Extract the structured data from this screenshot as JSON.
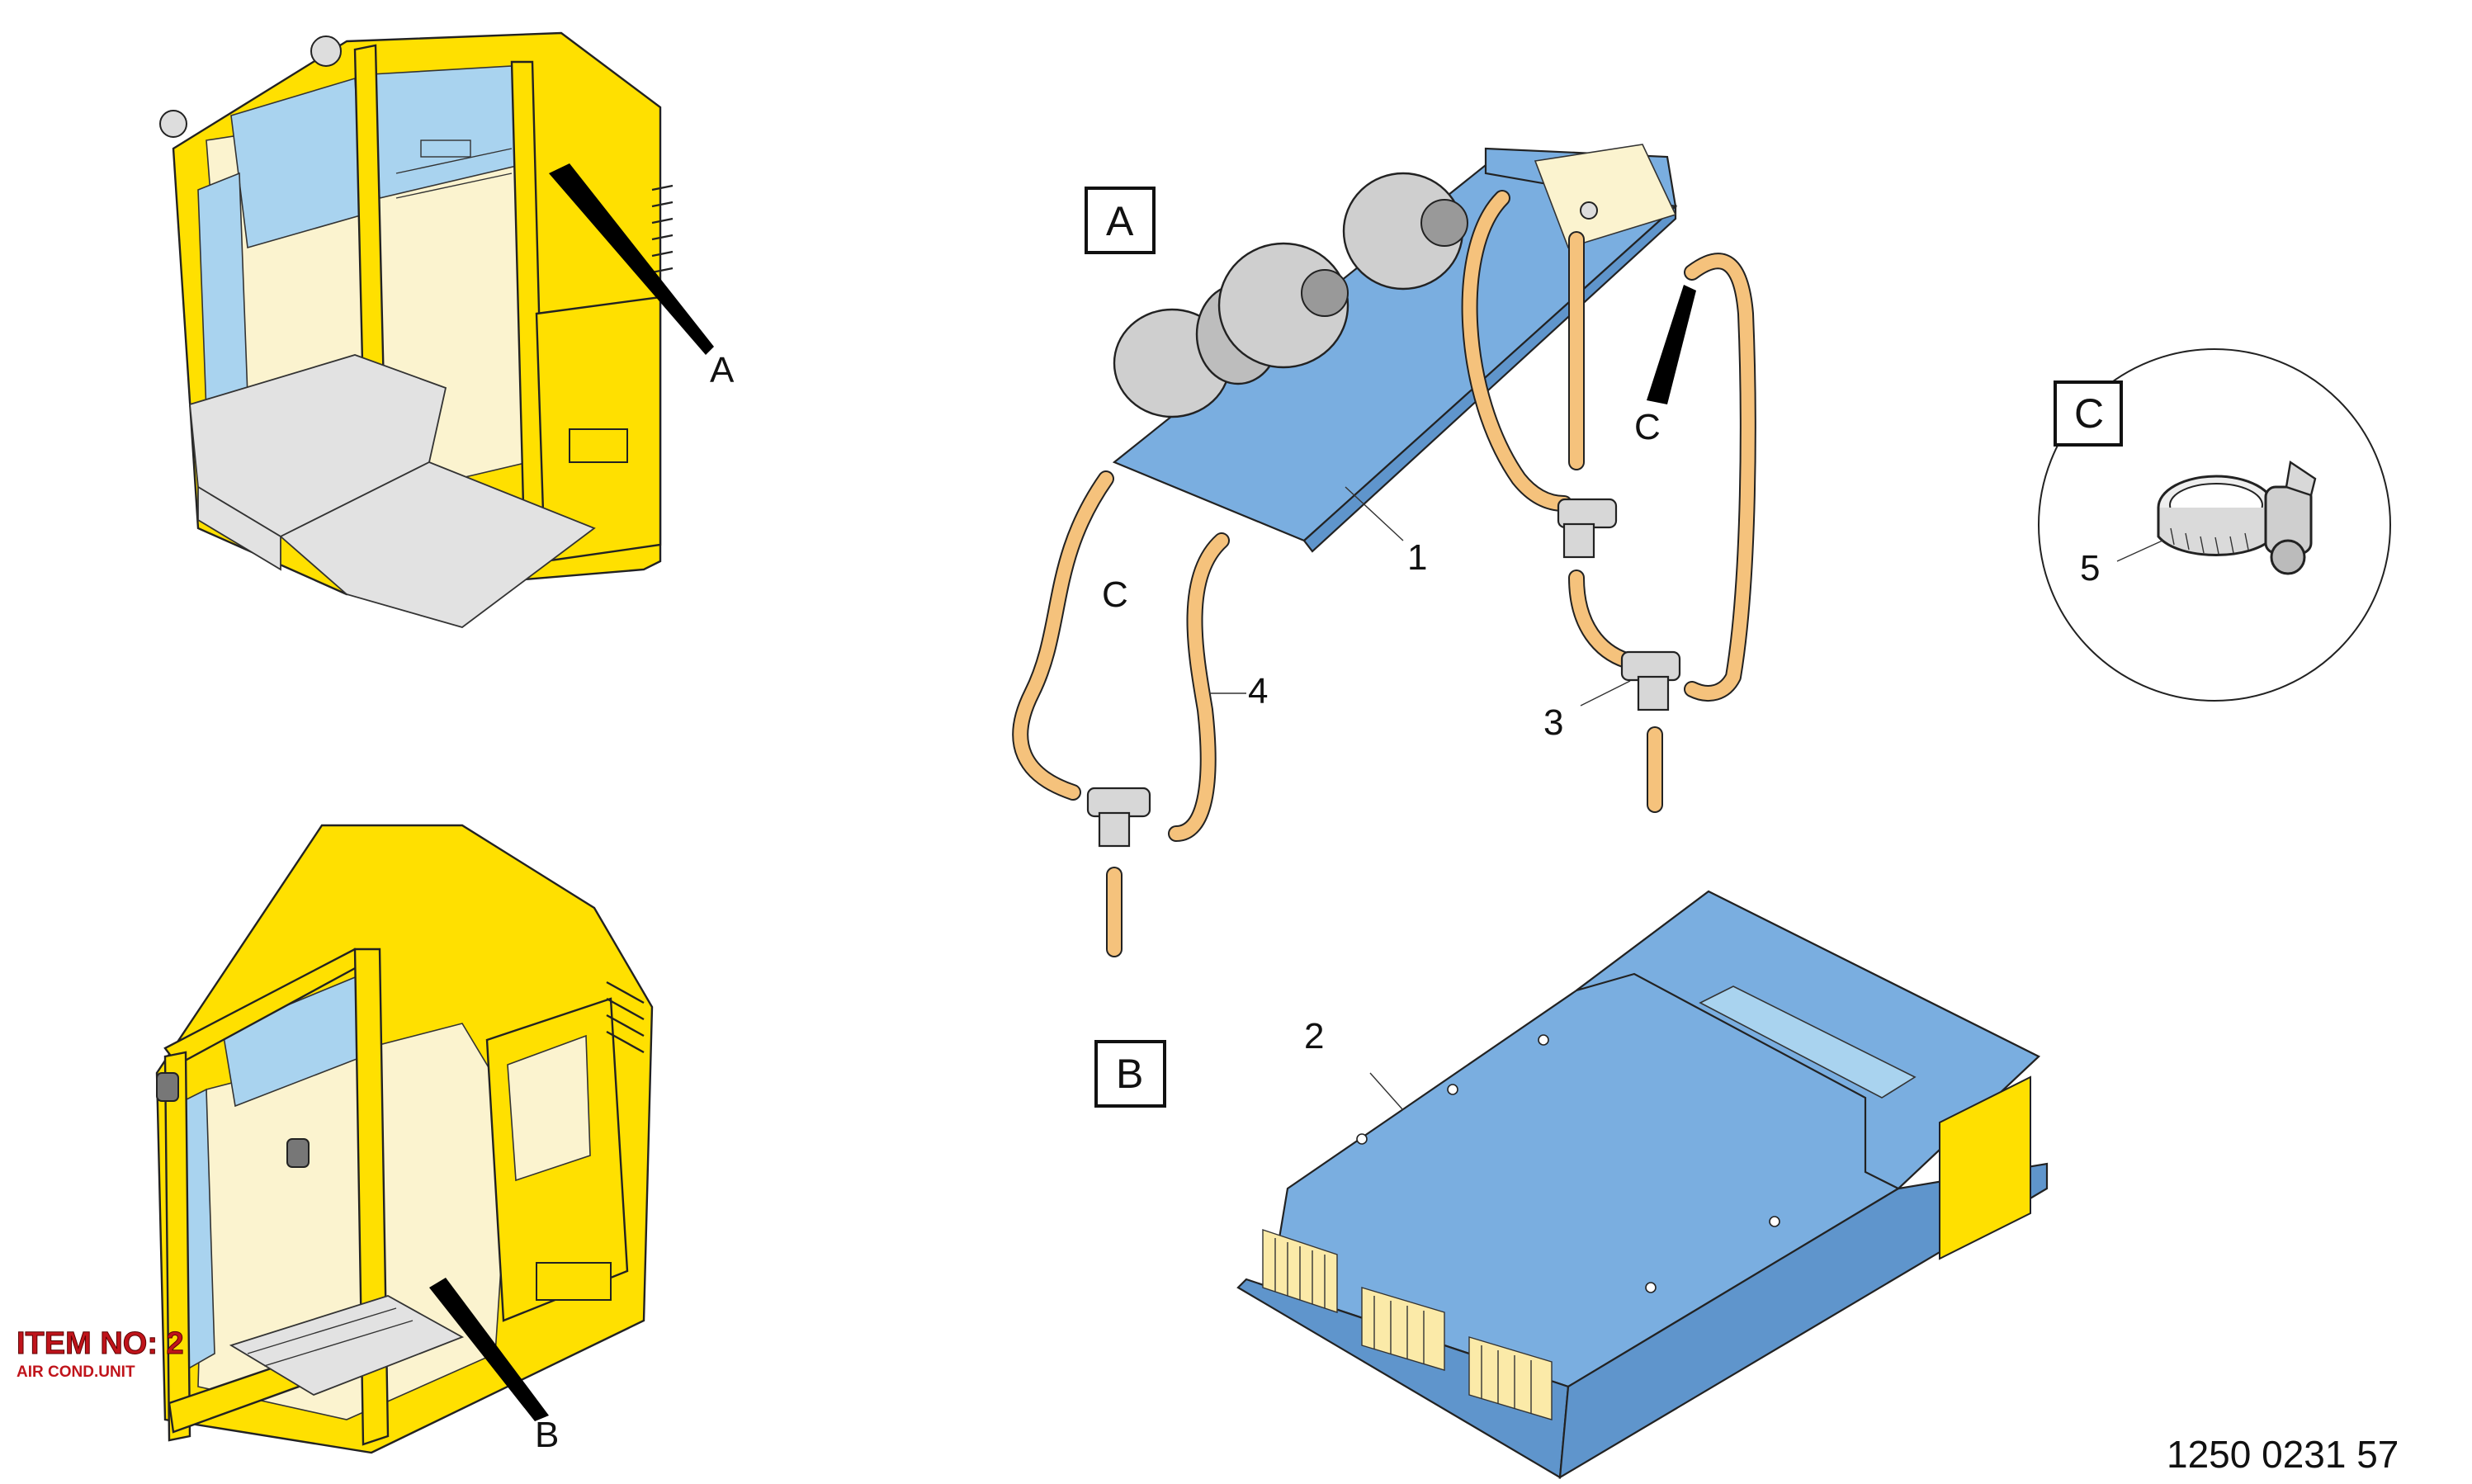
{
  "views": {
    "a": {
      "label": "A"
    },
    "b": {
      "label": "B"
    },
    "c": {
      "label": "C"
    }
  },
  "callouts": {
    "cab_top": "A",
    "cab_bottom": "B",
    "hose_left": "C",
    "hose_right": "C"
  },
  "parts": {
    "p1": "1",
    "p2": "2",
    "p3": "3",
    "p4": "4",
    "p5": "5"
  },
  "item": {
    "number": "ITEM NO: 2",
    "description": "AIR COND.UNIT"
  },
  "document_number": "1250 0231 57",
  "colors": {
    "cab": "#ffe000",
    "unit": "#7aaee0",
    "hose": "#f5c27c",
    "item_text": "#c0141b"
  }
}
